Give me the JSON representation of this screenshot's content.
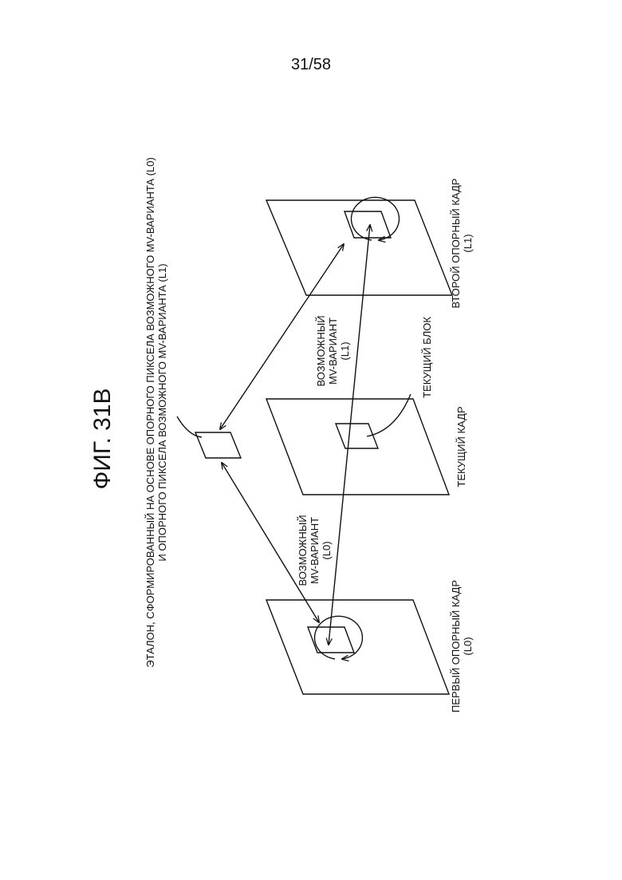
{
  "page_number": "31/58",
  "figure_title": "ФИГ. 31B",
  "template_caption": {
    "line1": "ЭТАЛОН, СФОРМИРОВАННЫЙ НА ОСНОВЕ ОПОРНОГО ПИКСЕЛА ВОЗМОЖНОГО MV-ВАРИАНТА (L0)",
    "line2": "И ОПОРНОГО ПИКСЕЛА ВОЗМОЖНОГО MV-ВАРИАНТА (L1)"
  },
  "mv_l0": {
    "line1": "ВОЗМОЖНЫЙ",
    "line2": "MV-ВАРИАНТ",
    "line3": "(L0)"
  },
  "mv_l1": {
    "line1": "ВОЗМОЖНЫЙ",
    "line2": "MV-ВАРИАНТ",
    "line3": "(L1)"
  },
  "current_block": "ТЕКУЩИЙ БЛОК",
  "current_frame": "ТЕКУЩИЙ КАДР",
  "first_ref": {
    "line1": "ПЕРВЫЙ ОПОРНЫЙ КАДР",
    "line2": "(L0)"
  },
  "second_ref": {
    "line1": "ВТОРОЙ ОПОРНЫЙ КАДР",
    "line2": "(L1)"
  }
}
